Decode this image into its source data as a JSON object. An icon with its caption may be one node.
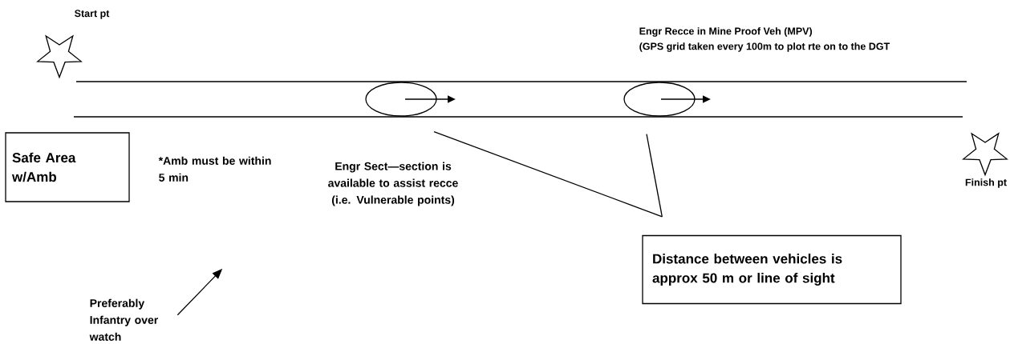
{
  "diagram": {
    "nodes": [
      {
        "text": [],
        "shape": "star",
        "beside": [
          "Start pt"
        ]
      },
      {
        "text": [],
        "shape": "star",
        "beside": [
          "Finish pt"
        ]
      },
      {
        "text": [
          "Safe Area w/Amb"
        ]
      },
      {
        "text": [],
        "shape": "ellipse"
      },
      {
        "text": [],
        "shape": "ellipse"
      },
      {
        "text": [
          "Distance between vehicles is approx 50 m or line of sight"
        ]
      },
      {
        "text": [
          "Preferably Infantry over watch"
        ]
      }
    ],
    "edges": [
      {
        "from": 5,
        "to": 3,
        "arrow": "none"
      },
      {
        "from": 5,
        "to": 4,
        "arrow": "none"
      },
      {
        "from": 6,
        "to": null,
        "arrow": "to"
      }
    ],
    "labels": [
      "Engr Recce in Mine Proof Veh (MPV)",
      "(GPS grid taken every 100m to plot rte on to the DGT",
      "*Amb must be within 5 min",
      "Engr Sect—section is available to assist recce (i.e. Vulnerable points)"
    ]
  }
}
